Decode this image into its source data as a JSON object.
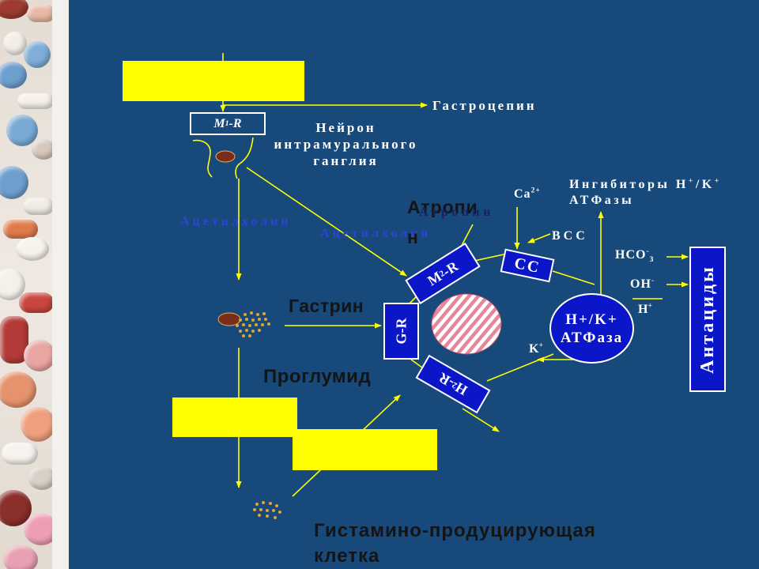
{
  "colors": {
    "background": "#17497b",
    "accent": "#ffff00",
    "receptor_fill": "#0b16c9",
    "label_text": "#ffffff",
    "dark_text": "#141414",
    "acetylcholine_text": "#2b45d8",
    "granule": "#e6a52a",
    "cell_body": "#7a2d18",
    "hatch": "#e5879a"
  },
  "neuron": {
    "receptor": {
      "base": "M",
      "sub": "1",
      "suffix": "-R"
    },
    "label": [
      "Нейрон",
      "интрамурального",
      "ганглия"
    ],
    "acetylcholine_left": "Ацетилхолин",
    "acetylcholine_right": "Ацетилхолин"
  },
  "gastrin_cell": {
    "mediator": "Гастрин"
  },
  "histamine_cell": {
    "label": [
      "Гистамино-продуцирующая",
      "клетка"
    ]
  },
  "parietal_cell": {
    "m2_receptor": {
      "base": "M",
      "sub": "2",
      "suffix": "-R"
    },
    "cc_receptor": "CC",
    "gastrin_receptor": "G-R",
    "h2_receptor": {
      "base": "H",
      "sub": "2",
      "suffix": "-R"
    },
    "pump": [
      "H+/K+",
      "АТФаза"
    ]
  },
  "drugs": {
    "gastrocepin": "Гастроцепин",
    "atropine_large": [
      "Атропи",
      "н"
    ],
    "atropine_small": "Атропин",
    "proglumide": "Проглумид",
    "pump_inhibitors": {
      "line1_a": "Ингибиторы H",
      "sup_a": "+",
      "line1_b": "/K",
      "sup_b": "+",
      "line2": "АТФазы"
    },
    "antacids": "Антациды"
  },
  "ions": {
    "calcium": {
      "base": "Ca",
      "sup": "2+"
    },
    "bcc": "ВСС",
    "bicarbonate": {
      "base": "HCO",
      "sup": "-",
      "sub": "3"
    },
    "hydroxide": {
      "base": "OH",
      "sup": "-"
    },
    "proton": {
      "base": "H",
      "sup": "+"
    },
    "potassium": {
      "base": "K",
      "sup": "+"
    }
  }
}
